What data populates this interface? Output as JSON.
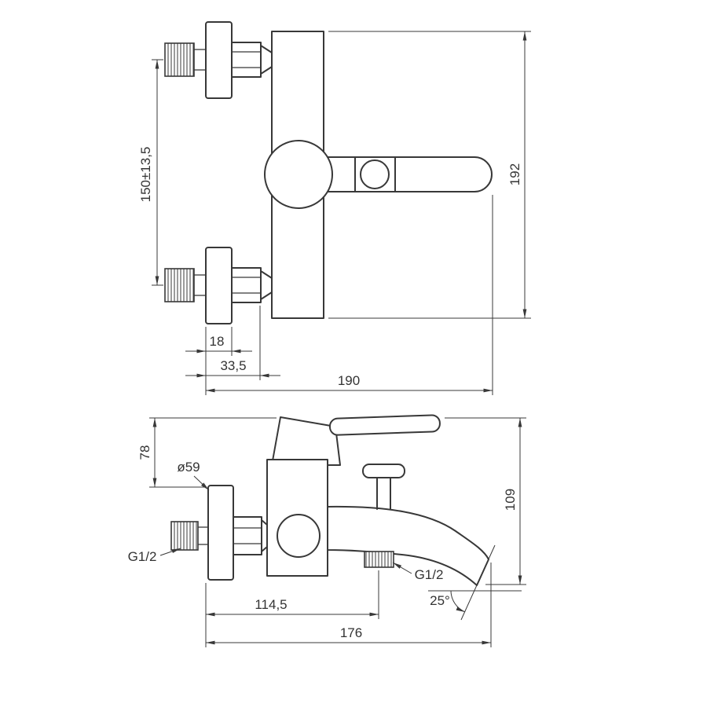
{
  "colors": {
    "line": "#383838",
    "background": "#ffffff"
  },
  "front_view": {
    "dims": {
      "center_distance": "150±13,5",
      "total_height": "192",
      "flange_depth": "18",
      "flange_nut_depth": "33,5",
      "total_width": "190"
    }
  },
  "side_view": {
    "dims": {
      "handle_top_height": "78",
      "flange_diameter": "ø59",
      "inlet_thread": "G1/2",
      "spout_reach": "114,5",
      "shower_outlet_thread": "G1/2",
      "spout_end_angle": "25°",
      "overall_height": "109",
      "overall_depth": "176"
    }
  }
}
